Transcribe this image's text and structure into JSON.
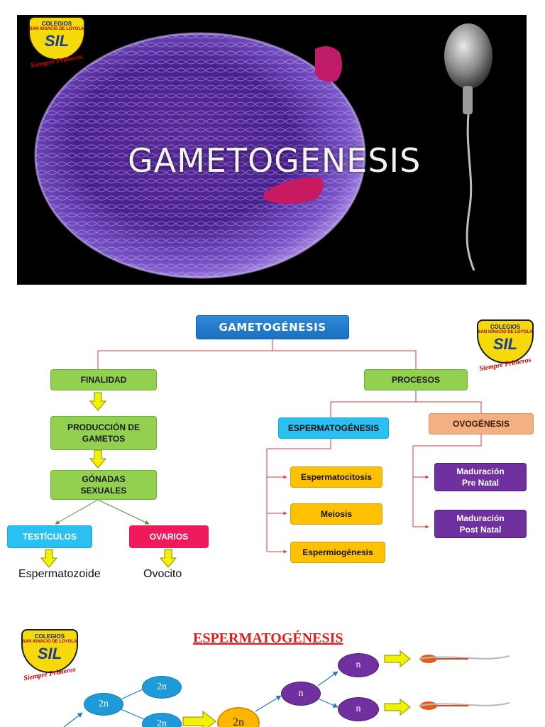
{
  "hero": {
    "title": "GAMETOGENESIS"
  },
  "logo": {
    "line1": "COLEGIOS",
    "line2": "SAN IGNACIO DE LOYOLA",
    "mark": "SIL",
    "motto": "Siempre Primeros"
  },
  "map": {
    "root": "GAMETOGÉNESIS",
    "finalidad": "FINALIDAD",
    "produccion": "PRODUCCIÓN DE\nGAMETOS",
    "gonadas": "GÓNADAS\nSEXUALES",
    "testiculos": "TESTÍCULOS",
    "ovarios": "OVARIOS",
    "espermatozoide": "Espermatozoide",
    "ovocito": "Ovocito",
    "procesos": "PROCESOS",
    "espermatogenesis": "ESPERMATOGÉNESIS",
    "ovogenesis": "OVOGÉNESIS",
    "espermatocitosis": "Espermatocitosis",
    "meiosis": "Meiosis",
    "espermiogenesis": "Espermiogénesis",
    "pre_natal": "Maduración\nPre Natal",
    "post_natal": "Maduración\nPost Natal"
  },
  "sperm_diagram": {
    "title": "ESPERMATOGÉNESIS",
    "cell_2n_a": "2n",
    "cell_2n_b": "2n",
    "cell_2n_c": "2n",
    "cell_2n_big": "2n",
    "cell_n_a": "n",
    "cell_n_b": "n",
    "cell_n_c": "n"
  },
  "colors": {
    "accent_red": "#e31b1b",
    "map_line": "#e0383b",
    "green": "#92d050",
    "gold": "#ffc000",
    "purple": "#7030a0"
  }
}
